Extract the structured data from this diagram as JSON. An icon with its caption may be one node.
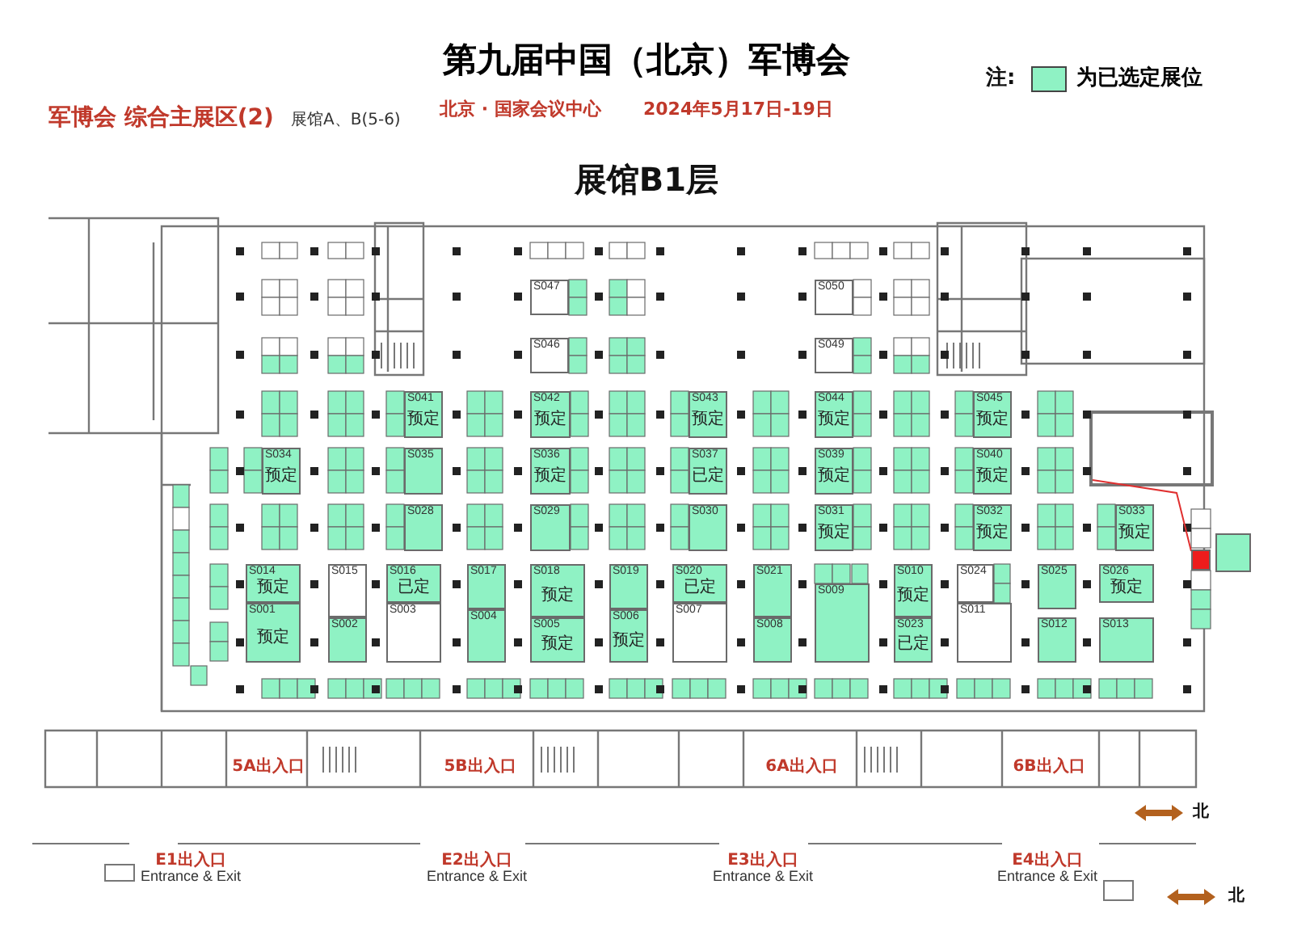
{
  "diagram": {
    "title": "第九届中国（北京）军博会",
    "nodes": [
      {
        "text": [
          "S047"
        ]
      },
      {
        "text": [
          "S046"
        ]
      },
      {
        "text": [
          "S050"
        ]
      },
      {
        "text": [
          "S049"
        ]
      },
      {
        "text": [
          "S041",
          "预定"
        ]
      },
      {
        "text": [
          "S042",
          "预定"
        ]
      },
      {
        "text": [
          "S043",
          "预定"
        ]
      },
      {
        "text": [
          "S044",
          "预定"
        ]
      },
      {
        "text": [
          "S045",
          "预定"
        ]
      },
      {
        "text": [
          "S034",
          "预定"
        ]
      },
      {
        "text": [
          "S035"
        ]
      },
      {
        "text": [
          "S036",
          "预定"
        ]
      },
      {
        "text": [
          "S037",
          "已定"
        ]
      },
      {
        "text": [
          "S039",
          "预定"
        ]
      },
      {
        "text": [
          "S040",
          "预定"
        ]
      },
      {
        "text": [
          "S028"
        ]
      },
      {
        "text": [
          "S029"
        ]
      },
      {
        "text": [
          "S030"
        ]
      },
      {
        "text": [
          "S031",
          "预定"
        ]
      },
      {
        "text": [
          "S032",
          "预定"
        ]
      },
      {
        "text": [
          "S033",
          "预定"
        ]
      },
      {
        "text": [
          "S014",
          "预定"
        ]
      },
      {
        "text": [
          "S001",
          "预定"
        ]
      },
      {
        "text": [
          "S015"
        ]
      },
      {
        "text": [
          "S002"
        ]
      },
      {
        "text": [
          "S016",
          "已定"
        ]
      },
      {
        "text": [
          "S003"
        ]
      },
      {
        "text": [
          "S017"
        ]
      },
      {
        "text": [
          "S004"
        ]
      },
      {
        "text": [
          "S018",
          "预定"
        ]
      },
      {
        "text": [
          "S005",
          "预定"
        ]
      },
      {
        "text": [
          "S019"
        ]
      },
      {
        "text": [
          "S006",
          "预定"
        ]
      },
      {
        "text": [
          "S020",
          "已定"
        ]
      },
      {
        "text": [
          "S007"
        ]
      },
      {
        "text": [
          "S021"
        ]
      },
      {
        "text": [
          "S008"
        ]
      },
      {
        "text": [
          "S009"
        ]
      },
      {
        "text": [
          "S010",
          "预定"
        ]
      },
      {
        "text": [
          "S023",
          "已定"
        ]
      },
      {
        "text": [
          "S024"
        ]
      },
      {
        "text": [
          "S011"
        ]
      },
      {
        "text": [
          "S025"
        ]
      },
      {
        "text": [
          "S012"
        ]
      },
      {
        "text": [
          "S026",
          "预定"
        ]
      },
      {
        "text": [
          "S013"
        ]
      },
      {
        "text": [],
        "shape": "box"
      },
      {
        "text": [],
        "shape": "box"
      }
    ],
    "edges": [
      {
        "from": null,
        "to": 46,
        "arrow": "none",
        "color": "#e03030"
      }
    ],
    "labels": [
      "注:",
      "军博会 综合主展区(2)",
      "展馆A、B(5-6)",
      "北京 · 国家会议中心",
      "2024年5月17日-19日",
      "展馆B1层",
      "5A出入口",
      "5B出入口",
      "6A出入口",
      "6B出入口",
      "北",
      "E1出入口",
      "Entrance & Exit",
      "E2出入口",
      "Entrance & Exit",
      "E3出入口",
      "Entrance & Exit",
      "E4出入口",
      "Entrance & Exit",
      "北"
    ],
    "legend": [
      {
        "text": "为已选定展位",
        "color": "#8ff2c4"
      }
    ]
  }
}
